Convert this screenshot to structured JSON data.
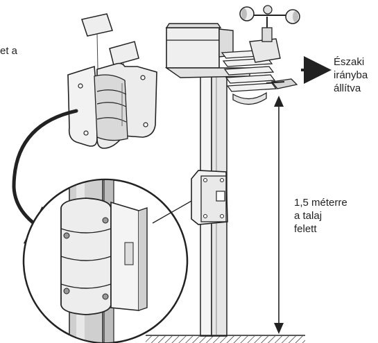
{
  "labels": {
    "left_fragment": "et a",
    "north": [
      "Északi",
      "irányba",
      "állítva"
    ],
    "height": [
      "1,5 méterre",
      "a talaj",
      "felett"
    ]
  },
  "colors": {
    "line": "#222222",
    "fill_light": "#eeeeee",
    "fill_mid": "#cfcfcf",
    "fill_dark": "#8a8a8a"
  }
}
